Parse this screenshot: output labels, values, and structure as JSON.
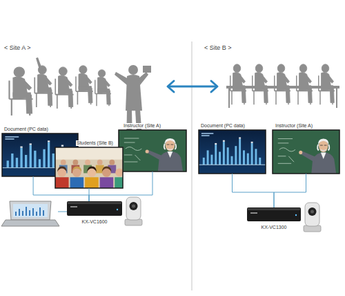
{
  "diagram": {
    "nodes": [
      {
        "text": [
          "Document (PC data)"
        ]
      },
      {
        "text": [
          "Students (Site B)"
        ]
      },
      {
        "text": [
          "Instructor (Site A)"
        ]
      },
      {
        "text": [
          "Document (PC data)"
        ]
      },
      {
        "text": [
          "Instructor (Site A)"
        ]
      },
      {
        "text": [
          "KX-VC1600"
        ]
      },
      {
        "text": [
          "KX-VC1300"
        ]
      }
    ],
    "edges": [
      {
        "from": 0,
        "to": 5,
        "arrow": "none"
      },
      {
        "from": 1,
        "to": 5,
        "arrow": "none"
      },
      {
        "from": 2,
        "to": 5,
        "arrow": "none"
      },
      {
        "from": 3,
        "to": 6,
        "arrow": "none"
      },
      {
        "from": 4,
        "to": 6,
        "arrow": "none"
      }
    ],
    "labels": [
      "< Site A >",
      "< Site B >"
    ]
  }
}
